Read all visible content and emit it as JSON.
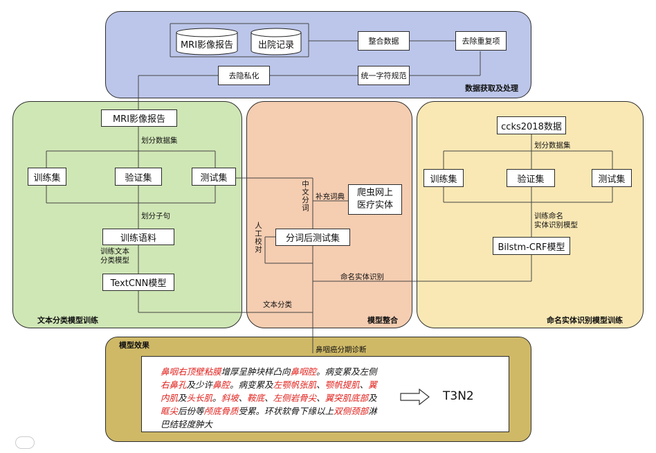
{
  "panels": {
    "data": "数据获取及处理",
    "text_cls": "文本分类模型训练",
    "integration": "模型整合",
    "ner": "命名实体识别模型训练",
    "effect": "模型效果"
  },
  "data_section": {
    "mri_db": "MRI影像报告",
    "discharge_db": "出院记录",
    "merge": "整合数据",
    "dedup": "去除重复项",
    "normalize": "统一字符规范",
    "deidentify": "去隐私化"
  },
  "text_section": {
    "mri_report": "MRI影像报告",
    "split_label": "划分数据集",
    "train": "训练集",
    "val": "验证集",
    "test": "测试集",
    "sentence_label": "划分子句",
    "corpus": "训练语料",
    "train_model_label": "训练文本\n分类模型",
    "model": "TextCNN模型"
  },
  "integration_section": {
    "segmentation_label": "中文分词",
    "dict_label": "补充词典",
    "crawler": "爬虫网上\n医疗实体",
    "manual_label": "人工校对",
    "seg_test": "分词后测试集",
    "ner_label": "命名实体识别",
    "cls_label": "文本分类",
    "staging_label": "鼻咽癌分期诊断"
  },
  "ner_section": {
    "dataset": "ccks2018数据",
    "split_label": "划分数据集",
    "train": "训练集",
    "val": "验证集",
    "test": "测试集",
    "train_label": "训练命名\n实体识别模型",
    "model": "Bilstm-CRF模型"
  },
  "result": {
    "segments": [
      {
        "t": "鼻咽右顶壁粘膜",
        "red": true
      },
      {
        "t": "增厚呈肿块样凸向",
        "red": false
      },
      {
        "t": "鼻咽腔",
        "red": true
      },
      {
        "t": "。病变累及左侧",
        "red": false
      },
      {
        "t": "右鼻孔",
        "red": true
      },
      {
        "t": "及少许",
        "red": false
      },
      {
        "t": "鼻腔",
        "red": true
      },
      {
        "t": "。病变累及",
        "red": false
      },
      {
        "t": "左颚帆张肌",
        "red": true
      },
      {
        "t": "、",
        "red": false
      },
      {
        "t": "颚帆提肌",
        "red": true
      },
      {
        "t": "、",
        "red": false
      },
      {
        "t": "翼内肌",
        "red": true
      },
      {
        "t": "及",
        "red": false
      },
      {
        "t": "头长肌",
        "red": true
      },
      {
        "t": "。",
        "red": false
      },
      {
        "t": "斜坡",
        "red": true
      },
      {
        "t": "、",
        "red": false
      },
      {
        "t": "鞍底",
        "red": true
      },
      {
        "t": "、",
        "red": false
      },
      {
        "t": "左侧岩骨尖",
        "red": true
      },
      {
        "t": "、",
        "red": false
      },
      {
        "t": "翼突肌底部",
        "red": true
      },
      {
        "t": "及",
        "red": false
      },
      {
        "t": "眶尖",
        "red": true
      },
      {
        "t": "后份等",
        "red": false
      },
      {
        "t": "颅底骨质",
        "red": true
      },
      {
        "t": "受累。环状软骨下缘以上",
        "red": false
      },
      {
        "t": "双侧颈部",
        "red": true
      },
      {
        "t": "淋巴结轻度肿大",
        "red": false
      }
    ],
    "stage": "T3N2"
  },
  "colors": {
    "data_bg": "#bcc6ea",
    "text_bg": "#cfe6b5",
    "integration_bg": "#f5cdb1",
    "ner_bg": "#f9e8b4",
    "effect_bg": "#cfb967",
    "line": "#444444",
    "red": "#e0201b"
  }
}
